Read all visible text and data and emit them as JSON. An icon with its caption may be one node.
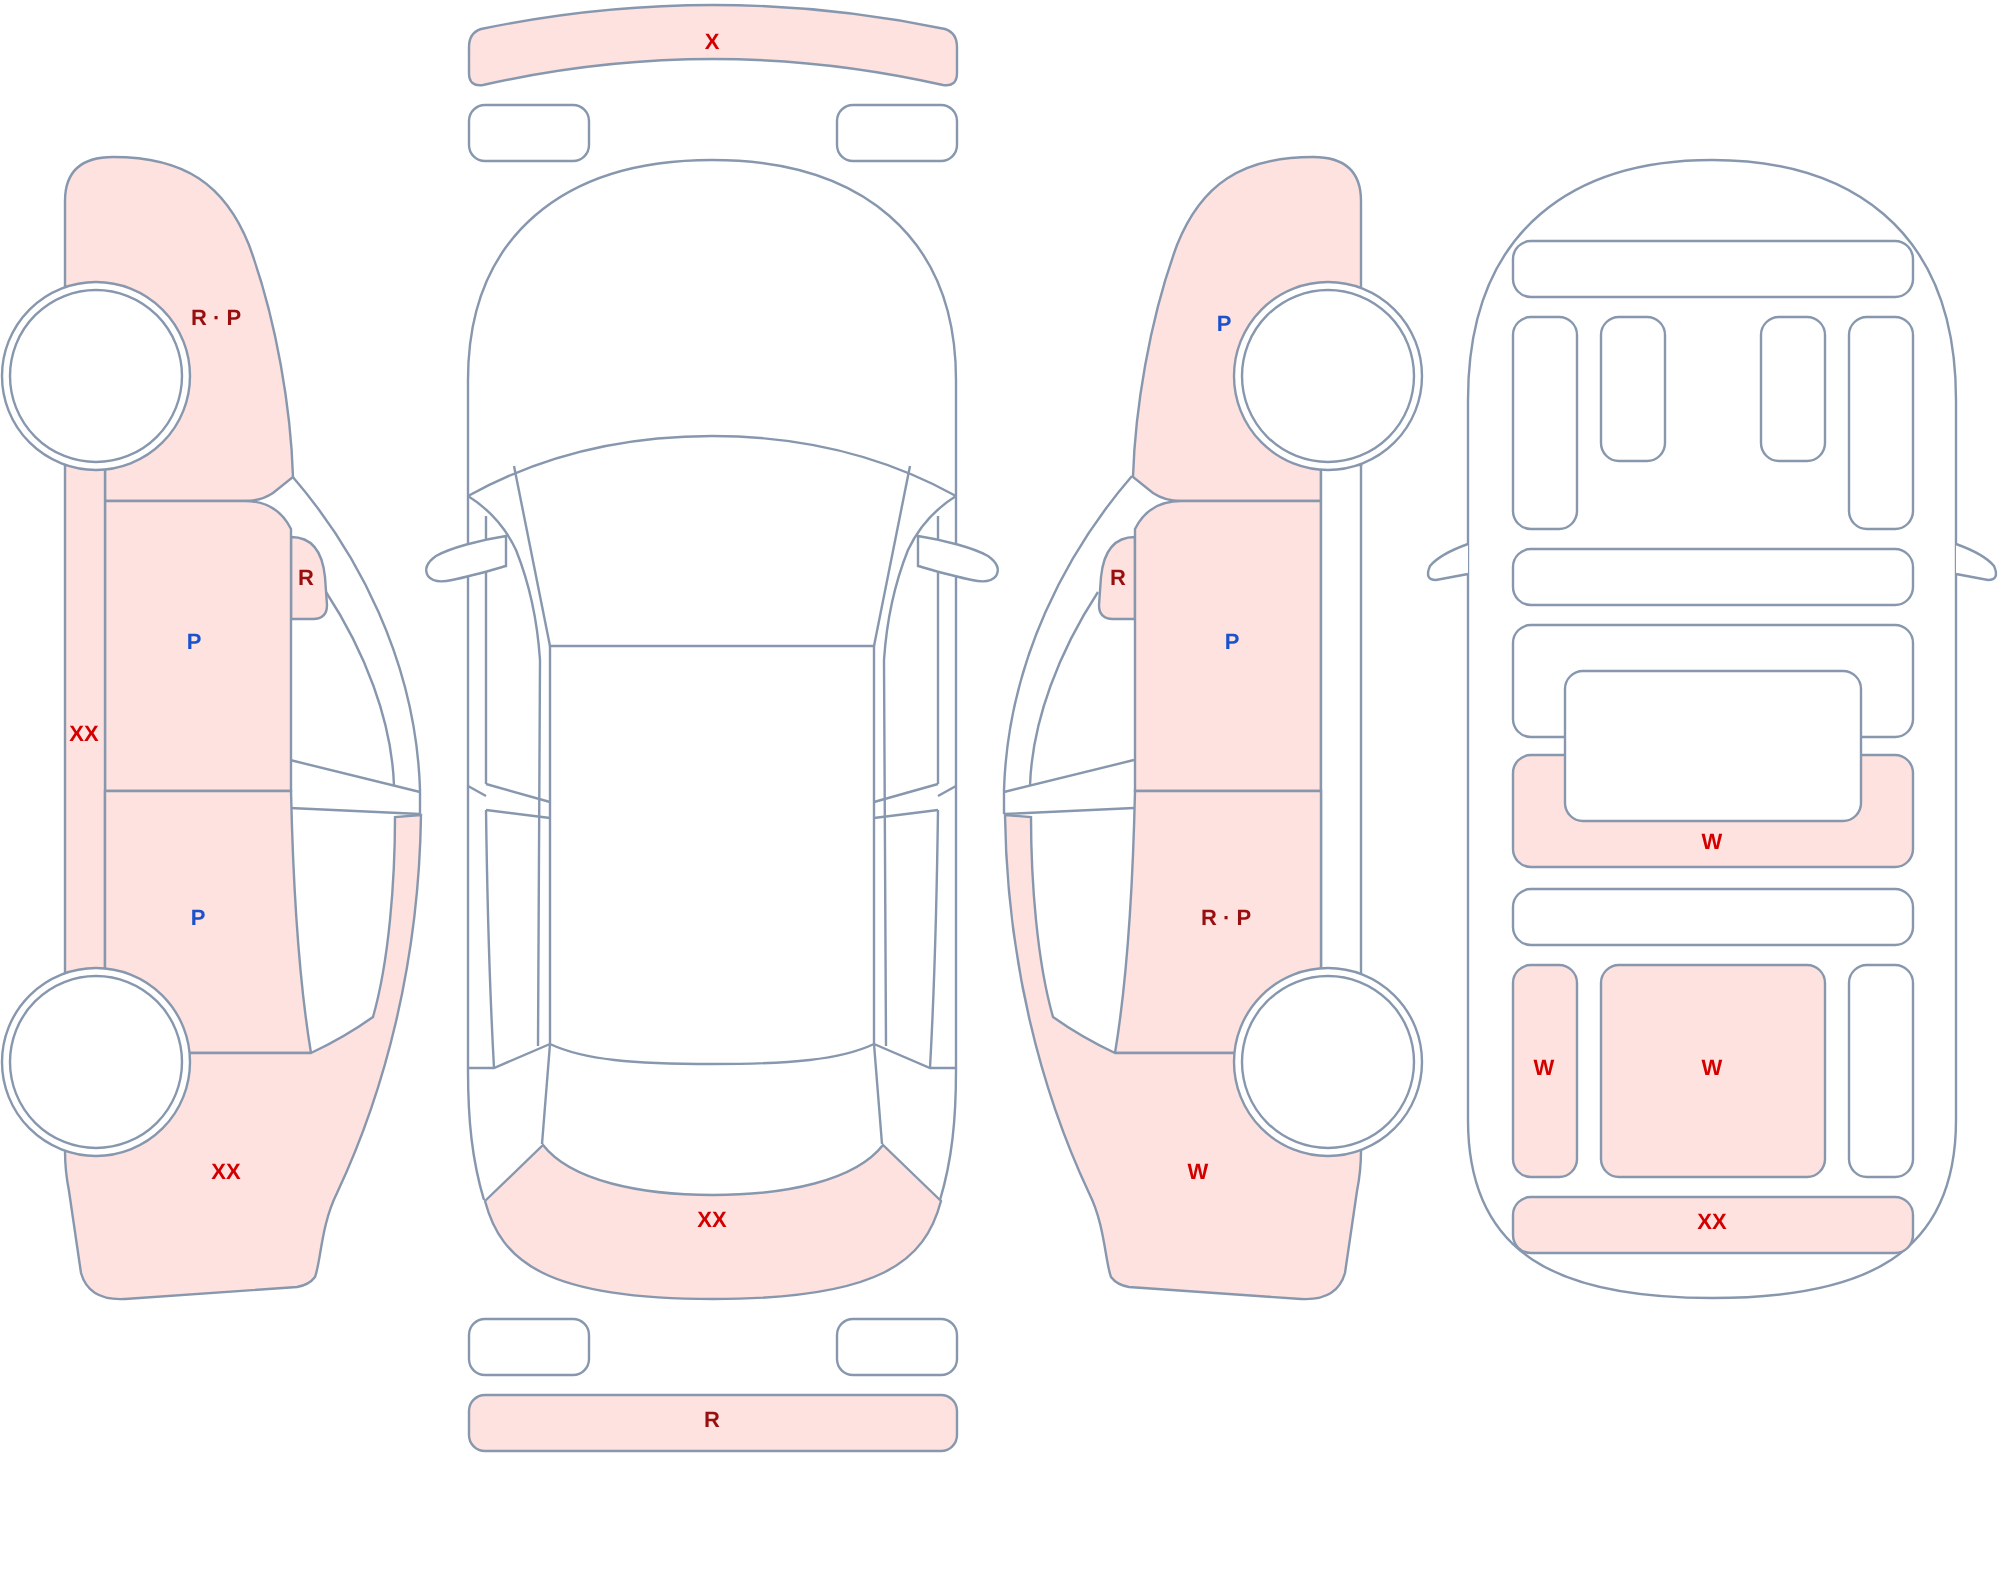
{
  "diagram": {
    "nodes": [
      {
        "text": [
          "R · P"
        ]
      },
      {
        "text": [
          "R"
        ]
      },
      {
        "text": [
          "P"
        ]
      },
      {
        "text": [
          "XX"
        ]
      },
      {
        "text": [
          "P"
        ]
      },
      {
        "text": [
          "XX"
        ]
      },
      {
        "text": [
          "X"
        ]
      },
      {
        "text": [],
        "shape": "box"
      },
      {
        "text": [],
        "shape": "box"
      },
      {
        "text": [
          "XX"
        ]
      },
      {
        "text": [],
        "shape": "box"
      },
      {
        "text": [],
        "shape": "box"
      },
      {
        "text": [
          "R"
        ]
      },
      {
        "text": [
          "P"
        ]
      },
      {
        "text": [
          "R"
        ]
      },
      {
        "text": [
          "P"
        ]
      },
      {
        "text": [],
        "shape": "box"
      },
      {
        "text": [
          "R · P"
        ]
      },
      {
        "text": [
          "W"
        ]
      },
      {
        "text": [],
        "shape": "box"
      },
      {
        "text": [],
        "shape": "box"
      },
      {
        "text": [],
        "shape": "box"
      },
      {
        "text": [],
        "shape": "box"
      },
      {
        "text": [],
        "shape": "box"
      },
      {
        "text": [],
        "shape": "box"
      },
      {
        "text": [],
        "shape": "box"
      },
      {
        "text": [],
        "shape": "box"
      },
      {
        "text": [
          "W"
        ]
      },
      {
        "text": [],
        "shape": "box"
      },
      {
        "text": [
          "W"
        ]
      },
      {
        "text": [
          "W"
        ]
      },
      {
        "text": [],
        "shape": "box"
      },
      {
        "text": [
          "XX"
        ]
      }
    ]
  }
}
